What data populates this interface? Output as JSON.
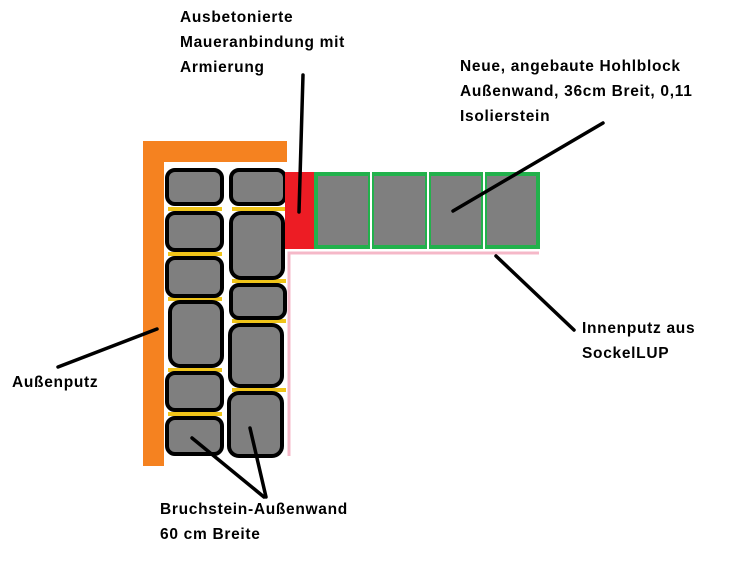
{
  "labels": {
    "anbindung": [
      "Ausbetonierte",
      "Maueranbindung mit",
      "Armierung"
    ],
    "hohlblock": [
      "Neue, angebaute Hohlblock",
      "Außenwand, 36cm Breit, 0,11",
      "Isolierstein"
    ],
    "innenputz": [
      "Innenputz aus",
      "SockelLUP"
    ],
    "aussenputz": [
      "Außenputz"
    ],
    "bruchstein": [
      "Bruchstein-Außenwand",
      "60 cm Breite"
    ]
  },
  "colors": {
    "aussenputz": "#f58220",
    "stone": "#7f7f7f",
    "mortar": "#f0c419",
    "concrete": "#ed1c24",
    "hohlblock_border": "#22b14c",
    "innenputz": "#f5b8c8"
  }
}
